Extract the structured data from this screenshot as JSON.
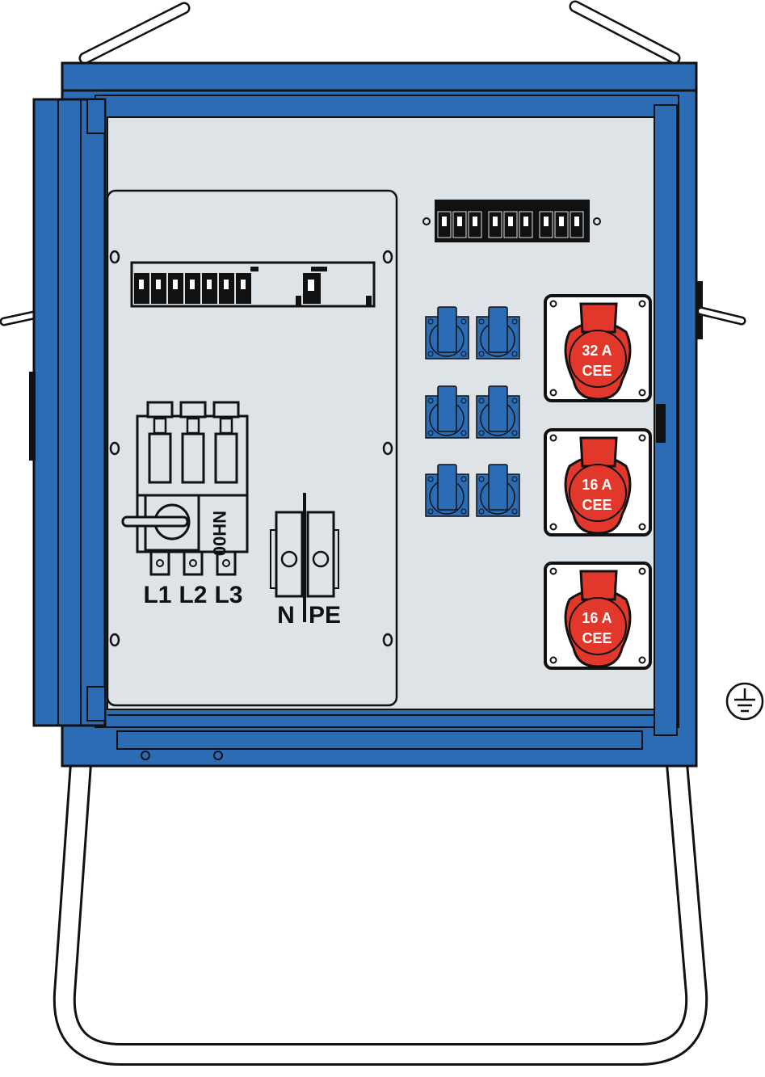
{
  "colors": {
    "blue": "#2b6cb5",
    "panel": "#dde3e6",
    "red": "#e2382c",
    "outline": "#111111"
  },
  "fuse_switch": {
    "model": "NH00",
    "phases": [
      "L1",
      "L2",
      "L3"
    ]
  },
  "terminals": {
    "neutral": "N",
    "earth": "PE"
  },
  "cee_sockets": [
    {
      "rating": "32 A",
      "type": "CEE"
    },
    {
      "rating": "16 A",
      "type": "CEE"
    },
    {
      "rating": "16 A",
      "type": "CEE"
    }
  ],
  "schuko_socket_count": 6,
  "icons": {
    "earth": "protective-earth-icon"
  }
}
